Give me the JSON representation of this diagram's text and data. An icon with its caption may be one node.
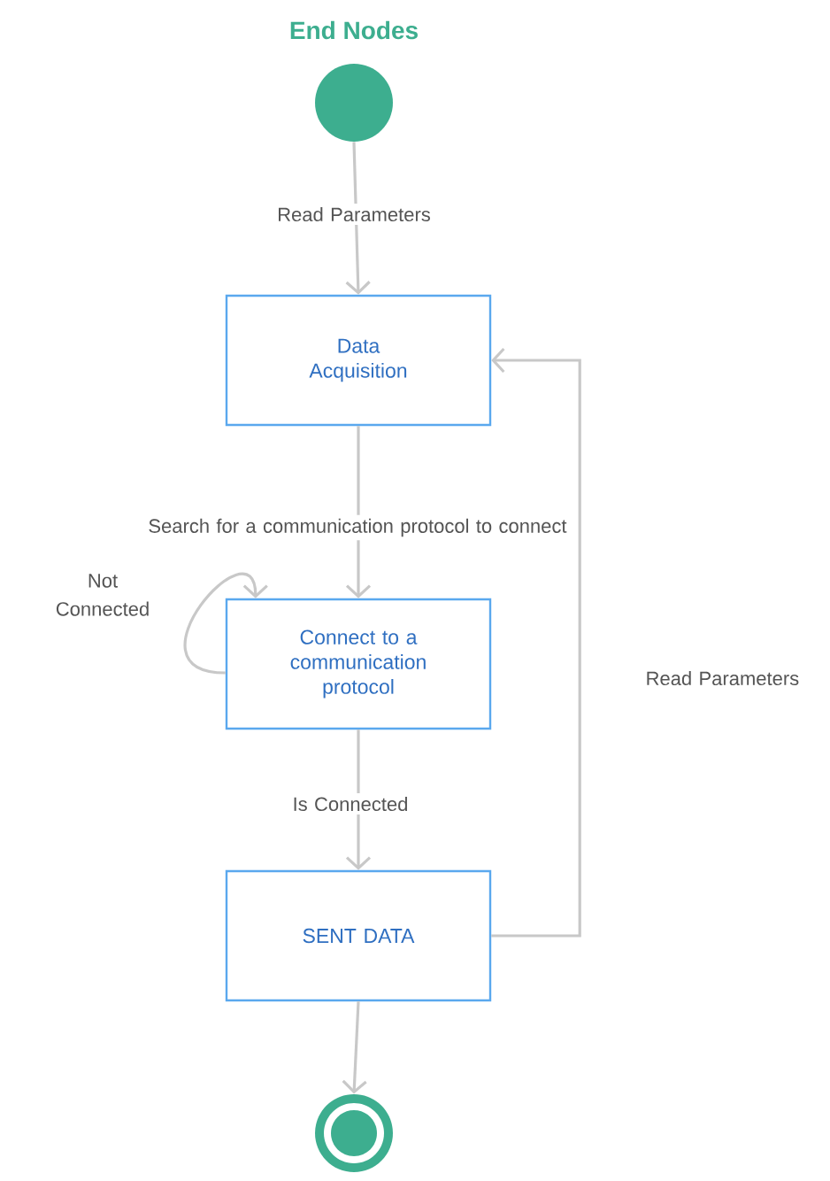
{
  "diagram": {
    "title": "End Nodes",
    "nodes": [
      {
        "text": [],
        "shape": "circle"
      },
      {
        "text": [
          "Data Acquisition"
        ]
      },
      {
        "text": [
          "Connect to a communication protocol"
        ]
      },
      {
        "text": [
          "SENT DATA"
        ]
      },
      {
        "text": [],
        "shape": "circle"
      }
    ],
    "edges": [
      {
        "from": 0,
        "to": 1,
        "arrow": "to",
        "label": "Read Parameters"
      },
      {
        "from": 1,
        "to": 2,
        "arrow": "to",
        "label": "Search for a communication protocol to connect"
      },
      {
        "from": 2,
        "to": 2,
        "arrow": "to",
        "label": "Not Connected"
      },
      {
        "from": 2,
        "to": 3,
        "arrow": "to",
        "label": "Is Connected"
      },
      {
        "from": 3,
        "to": 1,
        "arrow": "to",
        "label": "Read Parameters"
      },
      {
        "from": 3,
        "to": 4,
        "arrow": "to"
      }
    ]
  }
}
